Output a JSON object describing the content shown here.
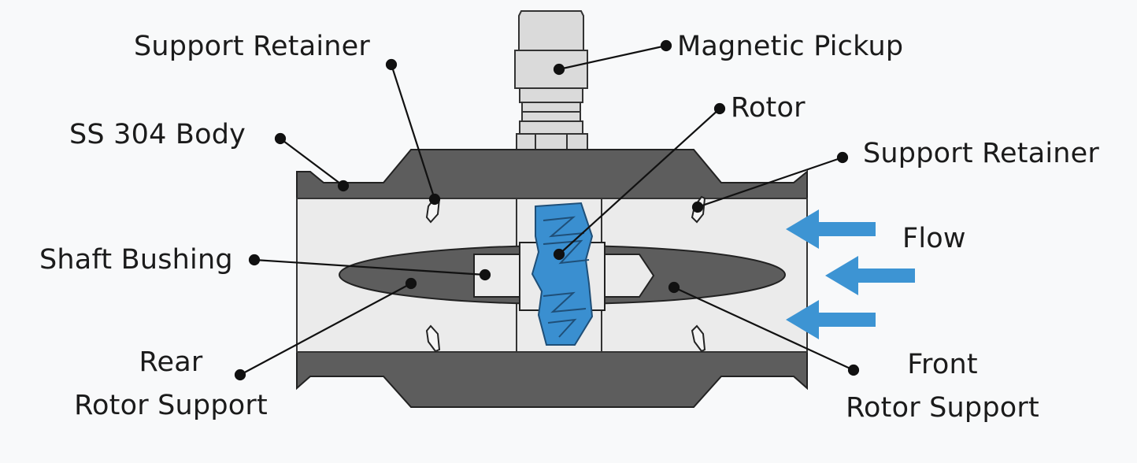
{
  "labels": {
    "support_retainer_left": "Support Retainer",
    "magnetic_pickup": "Magnetic Pickup",
    "rotor": "Rotor",
    "ss304_body": "SS 304 Body",
    "support_retainer_right": "Support Retainer",
    "flow": "Flow",
    "shaft_bushing": "Shaft Bushing",
    "rear_line1": "Rear",
    "rear_line2": "Rotor Support",
    "front_line1": "Front",
    "front_line2": "Rotor Support"
  },
  "colors": {
    "body": "#5d5d5d",
    "bore": "#ebebeb",
    "rotor": "#3a8fd0",
    "arrow": "#3d94d3",
    "pickup": "#dadada",
    "leader": "#111111"
  }
}
